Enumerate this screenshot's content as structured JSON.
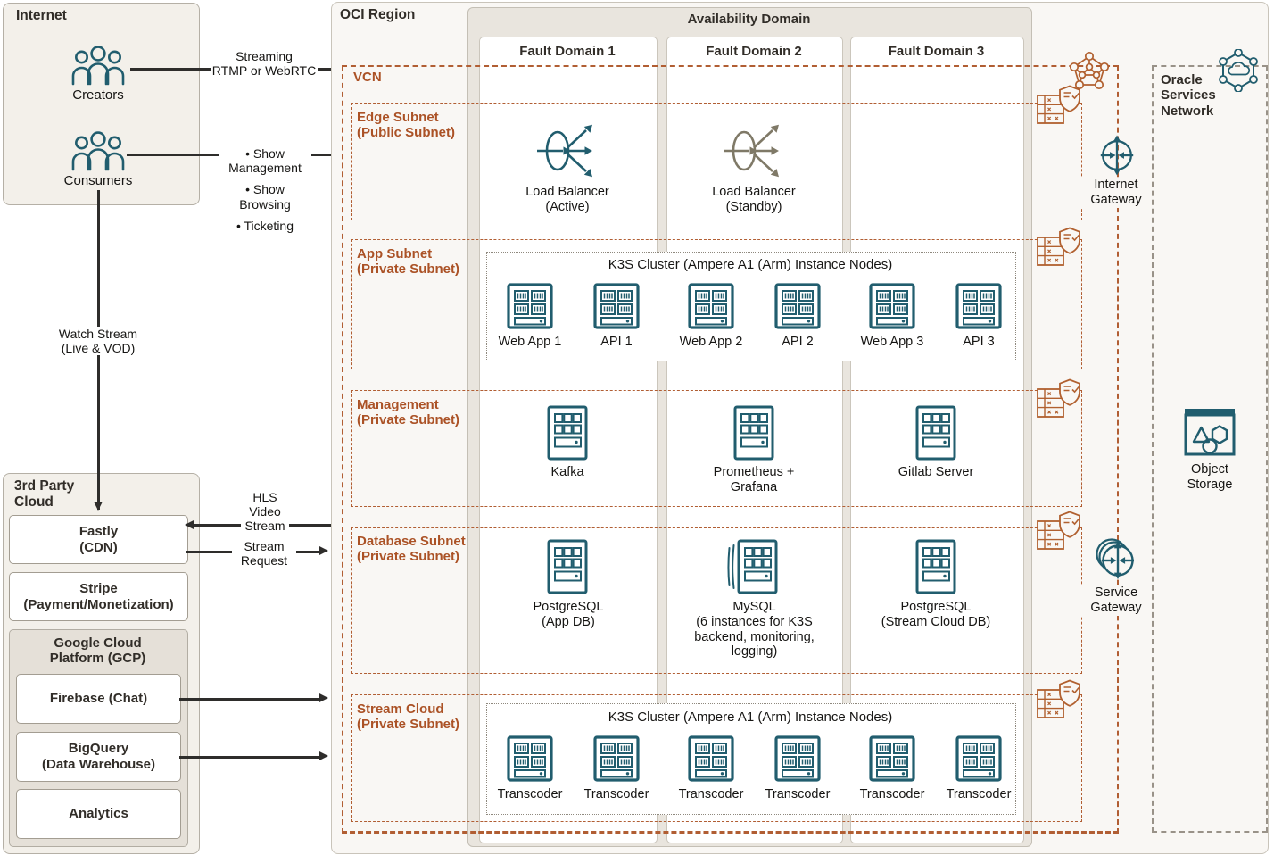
{
  "colors": {
    "accent_orange": "#b15e33",
    "subnet_label_orange": "#ab5226",
    "icon_teal": "#215d6e",
    "standby_olive": "#7f7967",
    "line_black": "#2e2d2b",
    "osn_dash_gray": "#999288"
  },
  "internet": {
    "title": "Internet",
    "creators": "Creators",
    "consumers": "Consumers",
    "icons": [
      "people-group-icon",
      "people-group-icon"
    ]
  },
  "flows": {
    "streaming": "Streaming\nRTMP or WebRTC",
    "bullets": [
      "•  Show\nManagement",
      "•  Show\nBrowsing",
      "•  Ticketing"
    ],
    "watch": "Watch Stream\n(Live & VOD)",
    "hls": "HLS\nVideo\nStream",
    "stream_request": "Stream\nRequest"
  },
  "third_party": {
    "title": "3rd Party\nCloud",
    "fastly": "Fastly\n(CDN)",
    "stripe": "Stripe\n(Payment/Monetization)",
    "gcp_title": "Google Cloud\nPlatform (GCP)",
    "firebase": "Firebase (Chat)",
    "bigquery": "BigQuery\n(Data Warehouse)",
    "analytics": "Analytics"
  },
  "oci": {
    "region": "OCI Region",
    "ad": "Availability Domain",
    "fd": [
      "Fault Domain 1",
      "Fault Domain 2",
      "Fault Domain 3"
    ],
    "vcn": "VCN",
    "subnets": [
      {
        "label": "Edge Subnet\n(Public Subnet)"
      },
      {
        "label": "App Subnet\n(Private Subnet)"
      },
      {
        "label": "Management\n(Private Subnet)"
      },
      {
        "label": "Database Subnet\n(Private Subnet)"
      },
      {
        "label": "Stream Cloud\n(Private Subnet)"
      }
    ],
    "lb_active": "Load Balancer\n(Active)",
    "lb_standby": "Load Balancer\n(Standby)",
    "k3s_app": {
      "title": "K3S Cluster (Ampere A1 (Arm) Instance Nodes)",
      "nodes": [
        "Web App 1",
        "API 1",
        "Web App 2",
        "API 2",
        "Web App 3",
        "API 3"
      ]
    },
    "mgmt": [
      "Kafka",
      "Prometheus +\nGrafana",
      "Gitlab Server"
    ],
    "db": [
      "PostgreSQL\n(App DB)",
      "MySQL\n(6 instances for K3S\nbackend, monitoring,\nlogging)",
      "PostgreSQL\n(Stream Cloud DB)"
    ],
    "k3s_stream": {
      "title": "K3S Cluster (Ampere A1 (Arm) Instance Nodes)",
      "nodes": [
        "Transcoder",
        "Transcoder",
        "Transcoder",
        "Transcoder",
        "Transcoder",
        "Transcoder"
      ]
    },
    "ig": "Internet\nGateway",
    "sg": "Service\nGateway",
    "icons": [
      "vcn-pentagon-icon",
      "security-list-icon",
      "internet-gateway-icon",
      "service-gateway-icon",
      "load-balancer-icon",
      "server-node-icon",
      "vm-instance-icon",
      "vm-stack-icon"
    ]
  },
  "osn": {
    "title": "Oracle\nServices\nNetwork",
    "object_storage": "Object\nStorage",
    "icons": [
      "services-network-icon",
      "object-storage-icon"
    ]
  }
}
